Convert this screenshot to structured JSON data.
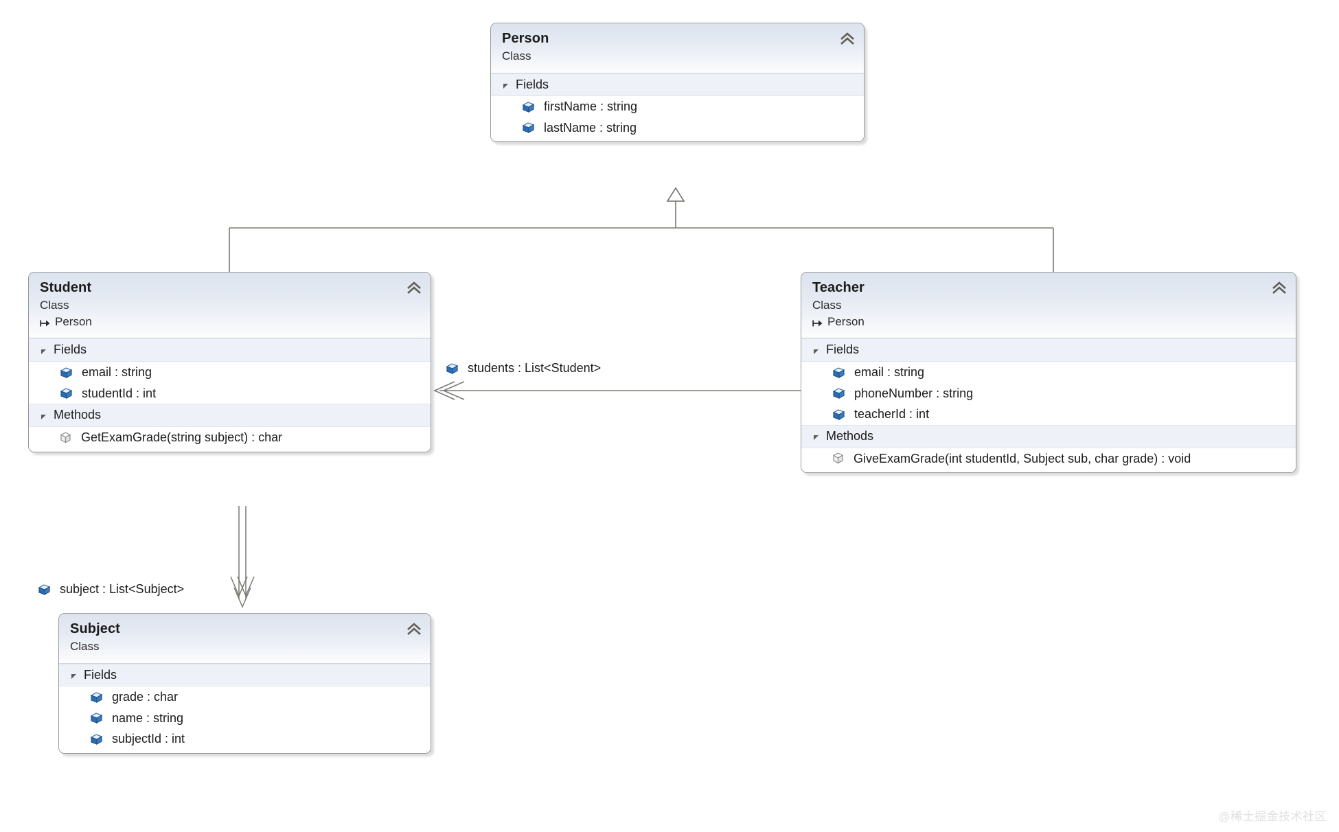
{
  "diagram": {
    "kind": "uml-class-diagram",
    "background": "#ffffff",
    "accent_field_color": "#2c6cb0",
    "accent_method_color": "#8e8e8e",
    "connector_color": "#7a7a72"
  },
  "classes": {
    "person": {
      "name": "Person",
      "stereotype": "Class",
      "base": null,
      "sections": [
        {
          "label": "Fields",
          "members": [
            {
              "icon": "field-cube-icon",
              "text": "firstName : string"
            },
            {
              "icon": "field-cube-icon",
              "text": "lastName : string"
            }
          ]
        }
      ]
    },
    "student": {
      "name": "Student",
      "stereotype": "Class",
      "base": "Person",
      "sections": [
        {
          "label": "Fields",
          "members": [
            {
              "icon": "field-cube-icon",
              "text": "email : string"
            },
            {
              "icon": "field-cube-icon",
              "text": "studentId : int"
            }
          ]
        },
        {
          "label": "Methods",
          "members": [
            {
              "icon": "method-cube-icon",
              "text": "GetExamGrade(string subject) : char"
            }
          ]
        }
      ]
    },
    "teacher": {
      "name": "Teacher",
      "stereotype": "Class",
      "base": "Person",
      "sections": [
        {
          "label": "Fields",
          "members": [
            {
              "icon": "field-cube-icon",
              "text": "email : string"
            },
            {
              "icon": "field-cube-icon",
              "text": "phoneNumber : string"
            },
            {
              "icon": "field-cube-icon",
              "text": "teacherId : int"
            }
          ]
        },
        {
          "label": "Methods",
          "members": [
            {
              "icon": "method-cube-icon",
              "text": "GiveExamGrade(int studentId, Subject sub, char grade) : void"
            }
          ]
        }
      ]
    },
    "subject": {
      "name": "Subject",
      "stereotype": "Class",
      "base": null,
      "sections": [
        {
          "label": "Fields",
          "members": [
            {
              "icon": "field-cube-icon",
              "text": "grade : char"
            },
            {
              "icon": "field-cube-icon",
              "text": "name : string"
            },
            {
              "icon": "field-cube-icon",
              "text": "subjectId : int"
            }
          ]
        }
      ]
    }
  },
  "associations": [
    {
      "id": "teacher-students",
      "icon": "field-cube-icon",
      "text": "students : List<Student>",
      "from": "Teacher",
      "to": "Student"
    },
    {
      "id": "student-subject",
      "icon": "field-cube-icon",
      "text": "subject : List<Subject>",
      "from": "Student",
      "to": "Subject"
    }
  ],
  "inheritance": [
    {
      "from": "Student",
      "to": "Person"
    },
    {
      "from": "Teacher",
      "to": "Person"
    }
  ],
  "watermark": {
    "text": "@稀土掘金技术社区"
  }
}
